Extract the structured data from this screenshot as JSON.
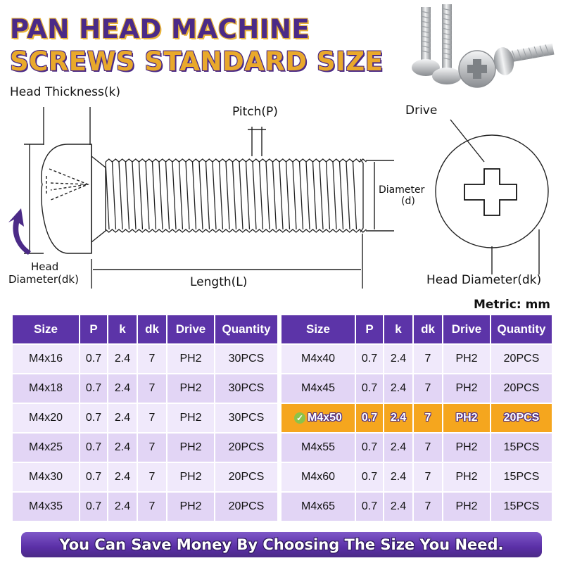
{
  "title": {
    "line1": "PAN HEAD MACHINE",
    "line2": "SCREWS STANDARD SIZE"
  },
  "diagram": {
    "head_thickness": "Head Thickness(k)",
    "pitch": "Pitch(P)",
    "drive": "Drive",
    "diameter_line1": "Diameter",
    "diameter_line2": "(d)",
    "head_line1": "Head",
    "head_line2": "Diameter(dk)",
    "length": "Length(L)",
    "head_diameter": "Head Diameter(dk)"
  },
  "metric": "Metric: mm",
  "table": {
    "headers": [
      "Size",
      "P",
      "k",
      "dk",
      "Drive",
      "Quantity"
    ],
    "left_rows": [
      [
        "M4x16",
        "0.7",
        "2.4",
        "7",
        "PH2",
        "30PCS"
      ],
      [
        "M4x18",
        "0.7",
        "2.4",
        "7",
        "PH2",
        "30PCS"
      ],
      [
        "M4x20",
        "0.7",
        "2.4",
        "7",
        "PH2",
        "30PCS"
      ],
      [
        "M4x25",
        "0.7",
        "2.4",
        "7",
        "PH2",
        "20PCS"
      ],
      [
        "M4x30",
        "0.7",
        "2.4",
        "7",
        "PH2",
        "20PCS"
      ],
      [
        "M4x35",
        "0.7",
        "2.4",
        "7",
        "PH2",
        "20PCS"
      ]
    ],
    "right_rows": [
      [
        "M4x40",
        "0.7",
        "2.4",
        "7",
        "PH2",
        "20PCS"
      ],
      [
        "M4x45",
        "0.7",
        "2.4",
        "7",
        "PH2",
        "20PCS"
      ],
      [
        "M4x50",
        "0.7",
        "2.4",
        "7",
        "PH2",
        "20PCS"
      ],
      [
        "M4x55",
        "0.7",
        "2.4",
        "7",
        "PH2",
        "15PCS"
      ],
      [
        "M4x60",
        "0.7",
        "2.4",
        "7",
        "PH2",
        "15PCS"
      ],
      [
        "M4x65",
        "0.7",
        "2.4",
        "7",
        "PH2",
        "15PCS"
      ]
    ],
    "highlight_side": "right",
    "highlight_row": 2
  },
  "banner": "You Can Save Money By Choosing The Size You Need.",
  "colors": {
    "purple": "#5c34a8",
    "gold": "#e9a92b",
    "highlight": "#f5a61e",
    "check": "#8bc34a"
  },
  "icons": [
    "check-icon",
    "curved-arrow-icon",
    "phillips-drive-icon"
  ]
}
